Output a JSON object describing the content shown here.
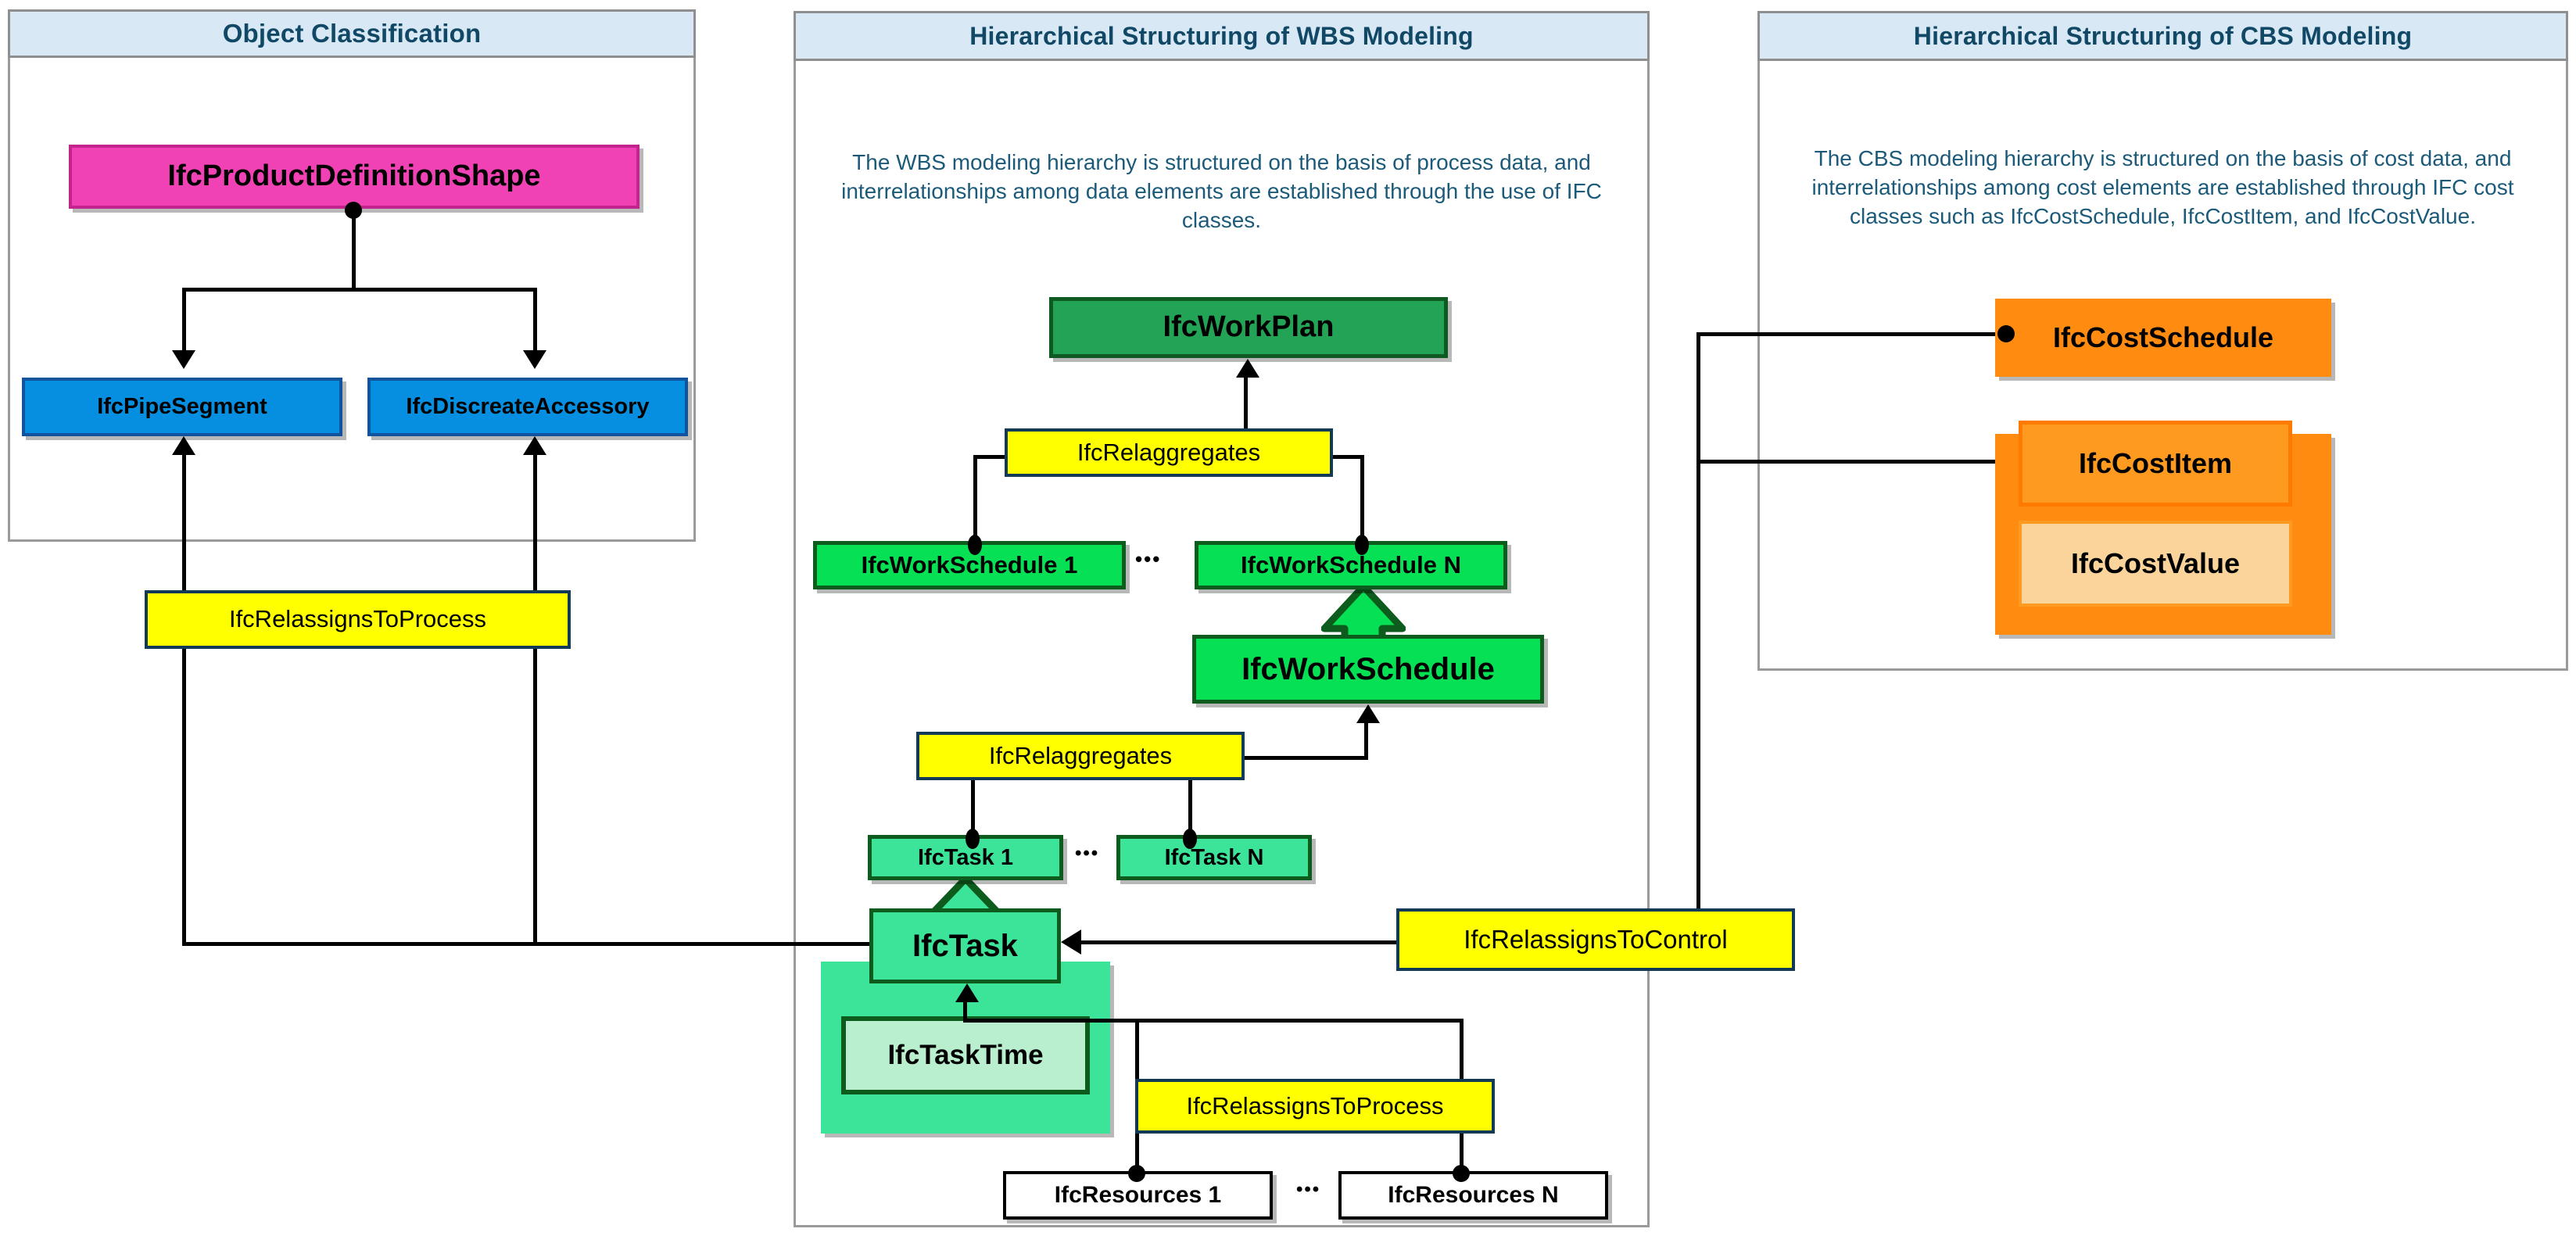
{
  "panels": {
    "left": {
      "title": "Object Classification"
    },
    "middle": {
      "title": "Hierarchical Structuring of WBS Modeling",
      "description": "The WBS modeling hierarchy is structured on the basis of process data, and interrelationships among data elements are established through the use of IFC classes."
    },
    "right": {
      "title": "Hierarchical Structuring of CBS Modeling",
      "description": "The CBS modeling hierarchy is structured on the basis of cost data, and interrelationships among cost elements are established through IFC cost classes such as IfcCostSchedule, IfcCostItem, and IfcCostValue."
    }
  },
  "nodes": {
    "product_definition_shape": "IfcProductDefinitionShape",
    "pipe_segment": "IfcPipeSegment",
    "discreate_accessory": "IfcDiscreateAccessory",
    "relassigns_to_process_left": "IfcRelassignsToProcess",
    "work_plan": "IfcWorkPlan",
    "relaggregates_top": "IfcRelaggregates",
    "work_schedule_1": "IfcWorkSchedule 1",
    "work_schedule_n": "IfcWorkSchedule N",
    "work_schedule": "IfcWorkSchedule",
    "relaggregates_mid": "IfcRelaggregates",
    "task_1": "IfcTask 1",
    "task_n": "IfcTask N",
    "task": "IfcTask",
    "task_time": "IfcTaskTime",
    "relassigns_to_control": "IfcRelassignsToControl",
    "relassigns_to_process_mid": "IfcRelassignsToProcess",
    "resources_1": "IfcResources  1",
    "resources_n": "IfcResources  N",
    "cost_schedule": "IfcCostSchedule",
    "cost_item": "IfcCostItem",
    "cost_value": "IfcCostValue"
  },
  "ellipsis": {
    "work_schedule": "•••",
    "task": "•••",
    "resources": "•••"
  },
  "colors": {
    "panel_header_bg": "#d9e8f5",
    "panel_header_text": "#114866",
    "panel_border": "#9a9a9a",
    "description_text": "#1c5a7a",
    "pink": "#f042b4",
    "blue": "#068fe0",
    "yellow": "#ffff00",
    "green_dark": "#22a355",
    "green": "#06e055",
    "mint": "#3ce49a",
    "mint_light": "#b9eece",
    "orange": "#ff8c11",
    "orange_light": "#fbd49b",
    "line": "#000000"
  }
}
